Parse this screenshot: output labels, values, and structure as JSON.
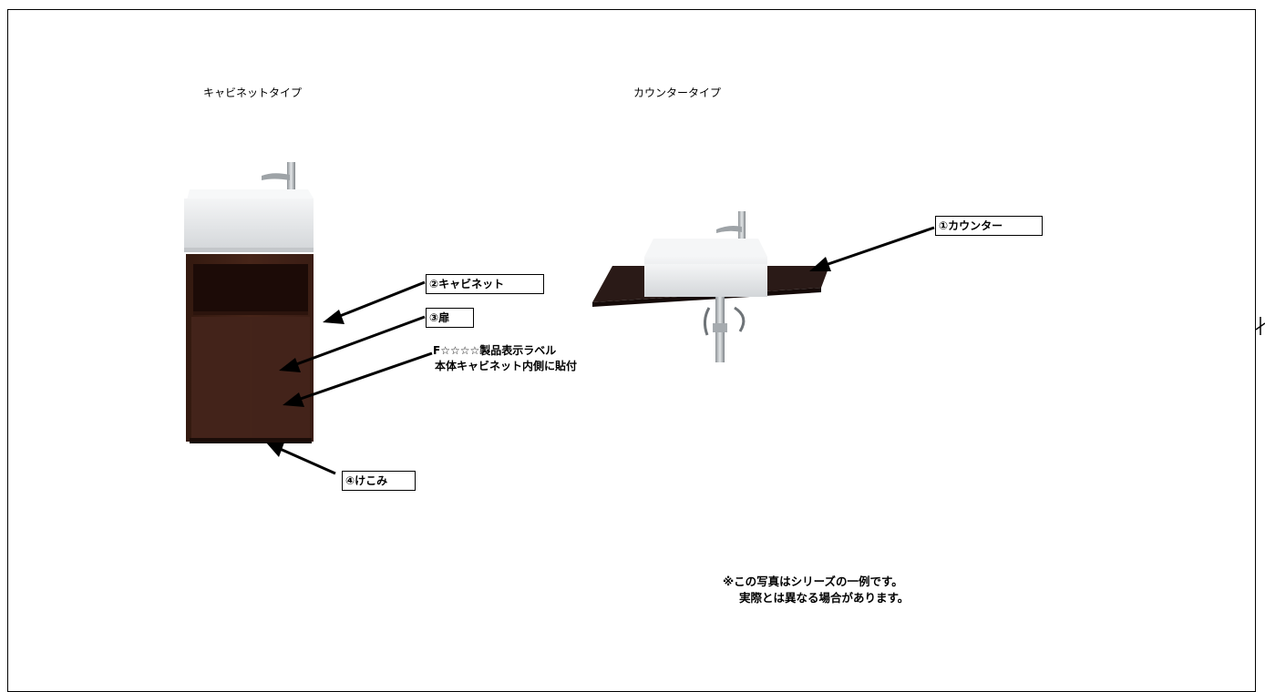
{
  "titles": {
    "cabinet_type": "キャビネットタイプ",
    "counter_type": "カウンタータイプ"
  },
  "callouts": {
    "counter": "①カウンター",
    "cabinet": "②キャビネット",
    "door": "③扉",
    "kickplate": "④けこみ"
  },
  "label_info": {
    "line1": "F☆☆☆☆製品表示ラベル",
    "line2": "本体キャビネット内側に貼付"
  },
  "note": {
    "line1": "※この写真はシリーズの一例です。",
    "line2": "実際とは異なる場合があります。"
  },
  "colors": {
    "cabinet_wood": "#3e2019",
    "counter_top": "#2a1a17",
    "basin": "#e8eaec"
  }
}
